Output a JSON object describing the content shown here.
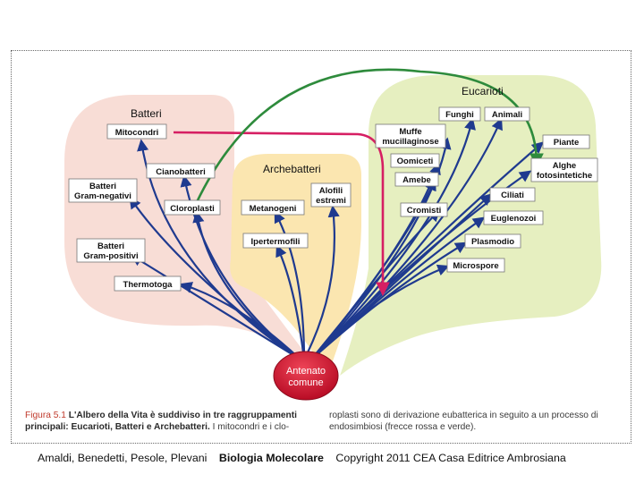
{
  "diagram": {
    "groups": {
      "bacteria": "Batteri",
      "archaea": "Archebatteri",
      "eukarya": "Eucarioti"
    },
    "root": [
      "Antenato",
      "comune"
    ],
    "bacteria_labels": {
      "mitochondria": "Mitocondri",
      "cyanobacteria": "Cianobatteri",
      "gram_negative": [
        "Batteri",
        "Gram-negativi"
      ],
      "chloroplasts": "Cloroplasti",
      "gram_positive": [
        "Batteri",
        "Gram-positivi"
      ],
      "thermotoga": "Thermotoga"
    },
    "archaea_labels": {
      "methanogens": "Metanogeni",
      "extreme_halophiles": [
        "Alofili",
        "estremi"
      ],
      "hyperthermophiles": "Ipertermofili"
    },
    "eukarya_labels": {
      "fungi": "Funghi",
      "animals": "Animali",
      "slime_molds": [
        "Muffe",
        "mucillaginose"
      ],
      "plants": "Piante",
      "oomycetes": "Oomiceti",
      "amoebae": "Amebe",
      "photosynthetic_algae": [
        "Alghe",
        "fotosintetiche"
      ],
      "ciliates": "Ciliati",
      "chromists": "Cromisti",
      "euglenozoa": "Euglenozoi",
      "plasmodium": "Plasmodio",
      "microsporidia": "Microspore"
    },
    "colors": {
      "bacteria_region": "#f8ddd6",
      "archaea_region": "#fbe6b0",
      "eukarya_region": "#e6efc0",
      "branch": "#1f3a8f",
      "mitochondria_arrow": "#d61f63",
      "chloroplast_arrow": "#2e8b3c",
      "root_fill": "#d4102e"
    }
  },
  "caption": {
    "figure_label": "Figura 5.1",
    "bold_text": "L'Albero della Vita è suddiviso in tre raggruppamenti principali: Eucarioti, Batteri e Archebatteri.",
    "text_left": "I mitocondri e i clo-",
    "text_right": "roplasti sono di derivazione eubatterica in seguito a un processo di endosimbiosi (frecce rossa e verde)."
  },
  "footer": {
    "authors": "Amaldi, Benedetti, Pesole, Plevani",
    "book": "Biologia Molecolare",
    "copyright": "Copyright 2011 CEA Casa Editrice Ambrosiana"
  }
}
